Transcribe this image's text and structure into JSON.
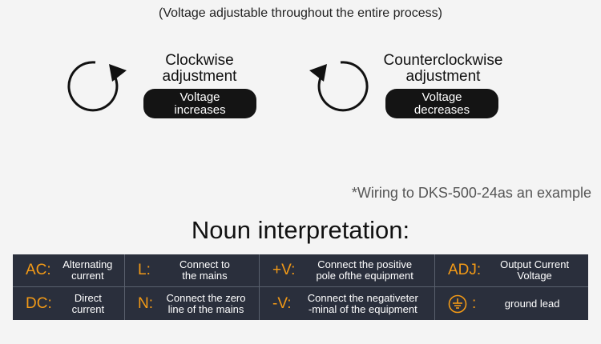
{
  "top_note": "(Voltage adjustable throughout the entire process)",
  "clockwise": {
    "title_line1": "Clockwise",
    "title_line2": "adjustment",
    "pill_line1": "Voltage",
    "pill_line2": "increases"
  },
  "counterclockwise": {
    "title_line1": "Counterclockwise",
    "title_line2": "adjustment",
    "pill_line1": "Voltage",
    "pill_line2": "decreases"
  },
  "wiring_note": "*Wiring to DKS-500-24as an example",
  "noun_title": "Noun interpretation:",
  "terms": [
    {
      "key": "AC:",
      "desc_line1": "Alternating",
      "desc_line2": "current"
    },
    {
      "key": "L:",
      "desc_line1": "Connect to",
      "desc_line2": "the mains"
    },
    {
      "key": "+V:",
      "desc_line1": "Connect the positive",
      "desc_line2": "pole ofthe equipment"
    },
    {
      "key": "ADJ:",
      "desc_line1": "Output Current",
      "desc_line2": "Voltage"
    },
    {
      "key": "DC:",
      "desc_line1": "Direct",
      "desc_line2": "current"
    },
    {
      "key": "N:",
      "desc_line1": "Connect the zero",
      "desc_line2": "line of the mains"
    },
    {
      "key": "-V:",
      "desc_line1": "Connect the negativeter",
      "desc_line2": "-minal of the equipment"
    },
    {
      "key": ":",
      "desc_line1": "ground lead",
      "desc_line2": ""
    }
  ],
  "colors": {
    "table_bg": "#2a2f3c",
    "key_orange": "#f39a16",
    "pill_bg": "#141414"
  },
  "icons": {
    "clockwise": "clockwise-arrow-icon",
    "counterclockwise": "counterclockwise-arrow-icon",
    "ground": "ground-symbol-icon"
  }
}
